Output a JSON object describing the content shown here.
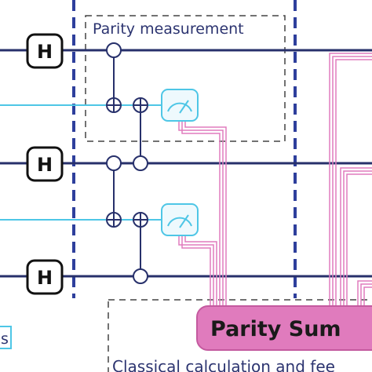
{
  "labels": {
    "parity_measurement": "Parity measurement",
    "parity_sum": "Parity Sum",
    "classical_caption": "Classical calculation and fee",
    "hadamard": "H",
    "left_edge_fragment": "s"
  },
  "colors": {
    "qubit_line": "#27306b",
    "ancilla_line": "#4ec6e6",
    "classical_line": "#e07bbd",
    "dashed_box": "#444444",
    "thick_dash": "#2e3f9c",
    "parity_sum_fill": "#e07bbd",
    "meter_stroke": "#4ec6e6",
    "meter_fill": "#eef9fd"
  },
  "icons": [
    "hadamard-gate",
    "control-dot-icon",
    "cnot-target-icon",
    "measurement-meter-icon"
  ]
}
